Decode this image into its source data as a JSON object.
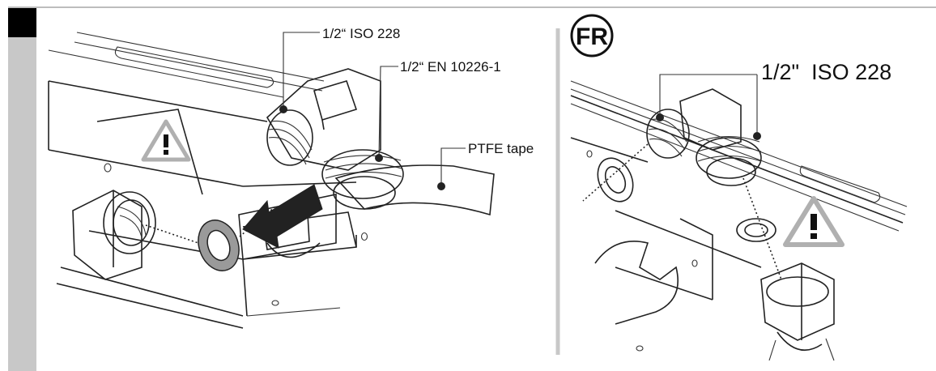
{
  "left_panel": {
    "label_iso": "1/2“ ISO 228",
    "label_en": "1/2“ EN 10226-1",
    "label_ptfe": "PTFE tape",
    "warning_icon": "warning-triangle-icon",
    "arrow_icon": "arrow-left-icon"
  },
  "right_panel": {
    "country_badge": "FR",
    "label_iso": "1/2\"  ISO 228",
    "warning_icon": "warning-triangle-icon"
  },
  "colors": {
    "sidebar": "#c8c8c8",
    "corner_block": "#000000",
    "divider": "#c8c8c8",
    "warning_gray": "#b0b0b0"
  }
}
